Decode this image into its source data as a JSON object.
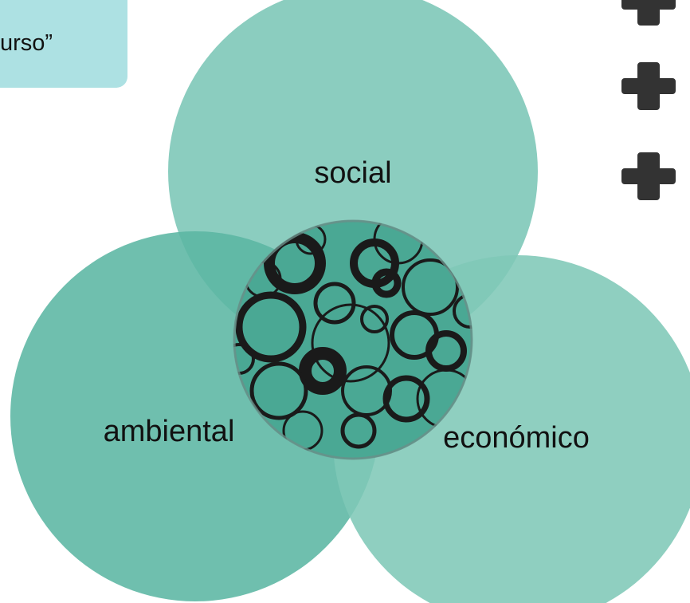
{
  "quote_box": {
    "text": "urso”"
  },
  "venn": {
    "circles": [
      {
        "id": "social",
        "label": "social",
        "color": "#7ec8b8"
      },
      {
        "id": "ambiental",
        "label": "ambiental",
        "color": "#5bb6a3"
      },
      {
        "id": "economico",
        "label": "económico",
        "color": "#80c8b7"
      }
    ],
    "center_icon": "tangled-loops-icon"
  },
  "side_icons": [
    "plus-icon",
    "plus-icon",
    "plus-icon"
  ],
  "colors": {
    "quote_bg": "#ade1e3",
    "icon": "#333333"
  }
}
